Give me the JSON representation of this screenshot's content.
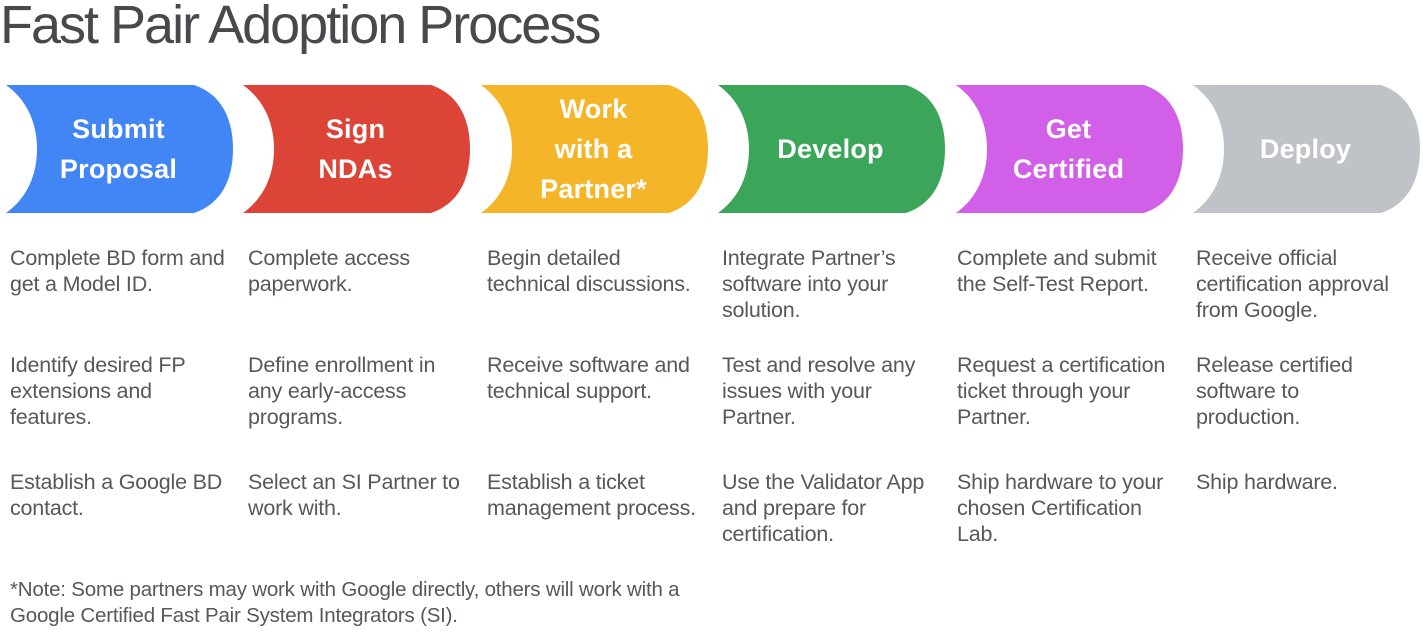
{
  "title": "Fast Pair Adoption Process",
  "steps": [
    {
      "id": "submit-proposal",
      "color": "#4285F4",
      "label_lines": [
        "Submit",
        "Proposal"
      ],
      "items": [
        [
          "Complete BD form and",
          "get a Model ID."
        ],
        [
          "Identify desired FP",
          "extensions and",
          "features."
        ],
        [
          "Establish a Google BD",
          "contact."
        ]
      ]
    },
    {
      "id": "sign-ndas",
      "color": "#DC4437",
      "label_lines": [
        "Sign",
        "NDAs"
      ],
      "items": [
        [
          "Complete access",
          "paperwork."
        ],
        [
          "Define enrollment in",
          "any early-access",
          "programs."
        ],
        [
          "Select an SI Partner to",
          "work with."
        ]
      ]
    },
    {
      "id": "work-with-a-partner",
      "color": "#F5B529",
      "label_lines": [
        "Work",
        "with a",
        "Partner*"
      ],
      "items": [
        [
          "Begin detailed",
          "technical discussions."
        ],
        [
          "Receive software and",
          "technical support."
        ],
        [
          "Establish a ticket",
          "management process."
        ]
      ]
    },
    {
      "id": "develop",
      "color": "#3BA55A",
      "label_lines": [
        "Develop"
      ],
      "items": [
        [
          "Integrate Partner’s",
          "software into your",
          "solution."
        ],
        [
          "Test and resolve any",
          "issues with your",
          "Partner."
        ],
        [
          "Use the Validator App",
          "and prepare for",
          "certification."
        ]
      ]
    },
    {
      "id": "get-certified",
      "color": "#D15FE8",
      "label_lines": [
        "Get",
        "Certified"
      ],
      "items": [
        [
          "Complete and submit",
          "the Self-Test Report."
        ],
        [
          "Request a certification",
          "ticket through your",
          "Partner."
        ],
        [
          "Ship hardware to your",
          "chosen Certification",
          "Lab."
        ]
      ]
    },
    {
      "id": "deploy",
      "color": "#BFC3C8",
      "label_lines": [
        "Deploy"
      ],
      "items": [
        [
          "Receive official",
          "certification approval",
          "from Google."
        ],
        [
          "Release certified",
          "software to",
          "production."
        ],
        [
          "Ship hardware."
        ]
      ]
    }
  ],
  "note_lines": [
    "*Note: Some partners may work with Google directly, others will work with a",
    "Google Certified Fast Pair System Integrators (SI)."
  ],
  "text_colors": {
    "title": "#47494c",
    "body": "#55585c",
    "step_label": "#ffffff"
  }
}
